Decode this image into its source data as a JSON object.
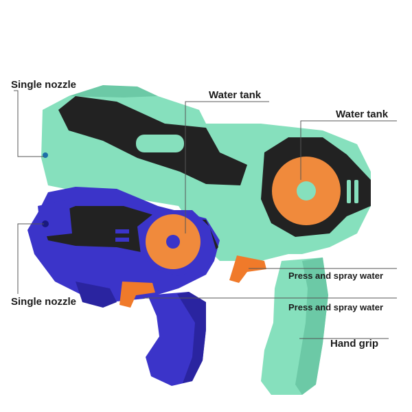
{
  "labels": {
    "single_nozzle_top": "Single nozzle",
    "water_tank_left": "Water tank",
    "water_tank_right": "Water tank",
    "press_spray_1": "Press and spray water",
    "press_spray_2": "Press and spray water",
    "hand_grip": "Hand grip",
    "single_nozzle_bottom": "Single nozzle"
  },
  "colors": {
    "mint_body": "#86e0bd",
    "mint_shade": "#6cc9a6",
    "blue_body": "#3b34c9",
    "blue_shade": "#2a24a0",
    "black_panel": "#222222",
    "orange_tank": "#f08a3c",
    "orange_trigger": "#f07a2a",
    "leader_line": "#555555"
  }
}
